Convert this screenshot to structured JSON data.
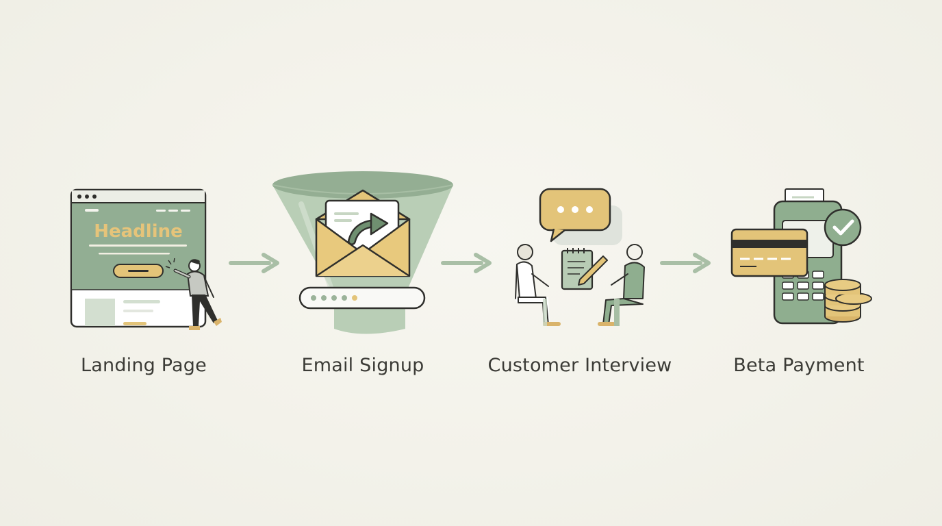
{
  "flow": {
    "steps": [
      {
        "label": "Landing Page",
        "icon": "landing-page-icon",
        "headline": "Headline"
      },
      {
        "label": "Email Signup",
        "icon": "email-funnel-icon"
      },
      {
        "label": "Customer Interview",
        "icon": "interview-icon"
      },
      {
        "label": "Beta Payment",
        "icon": "payment-terminal-icon"
      }
    ]
  },
  "colors": {
    "background": "#f4f3ec",
    "sage": "#8fae8f",
    "sage_dark": "#6f8f70",
    "sage_light": "#c9d8c6",
    "gold": "#e3c479",
    "outline": "#2f2f2c",
    "text": "#3b3b36"
  }
}
